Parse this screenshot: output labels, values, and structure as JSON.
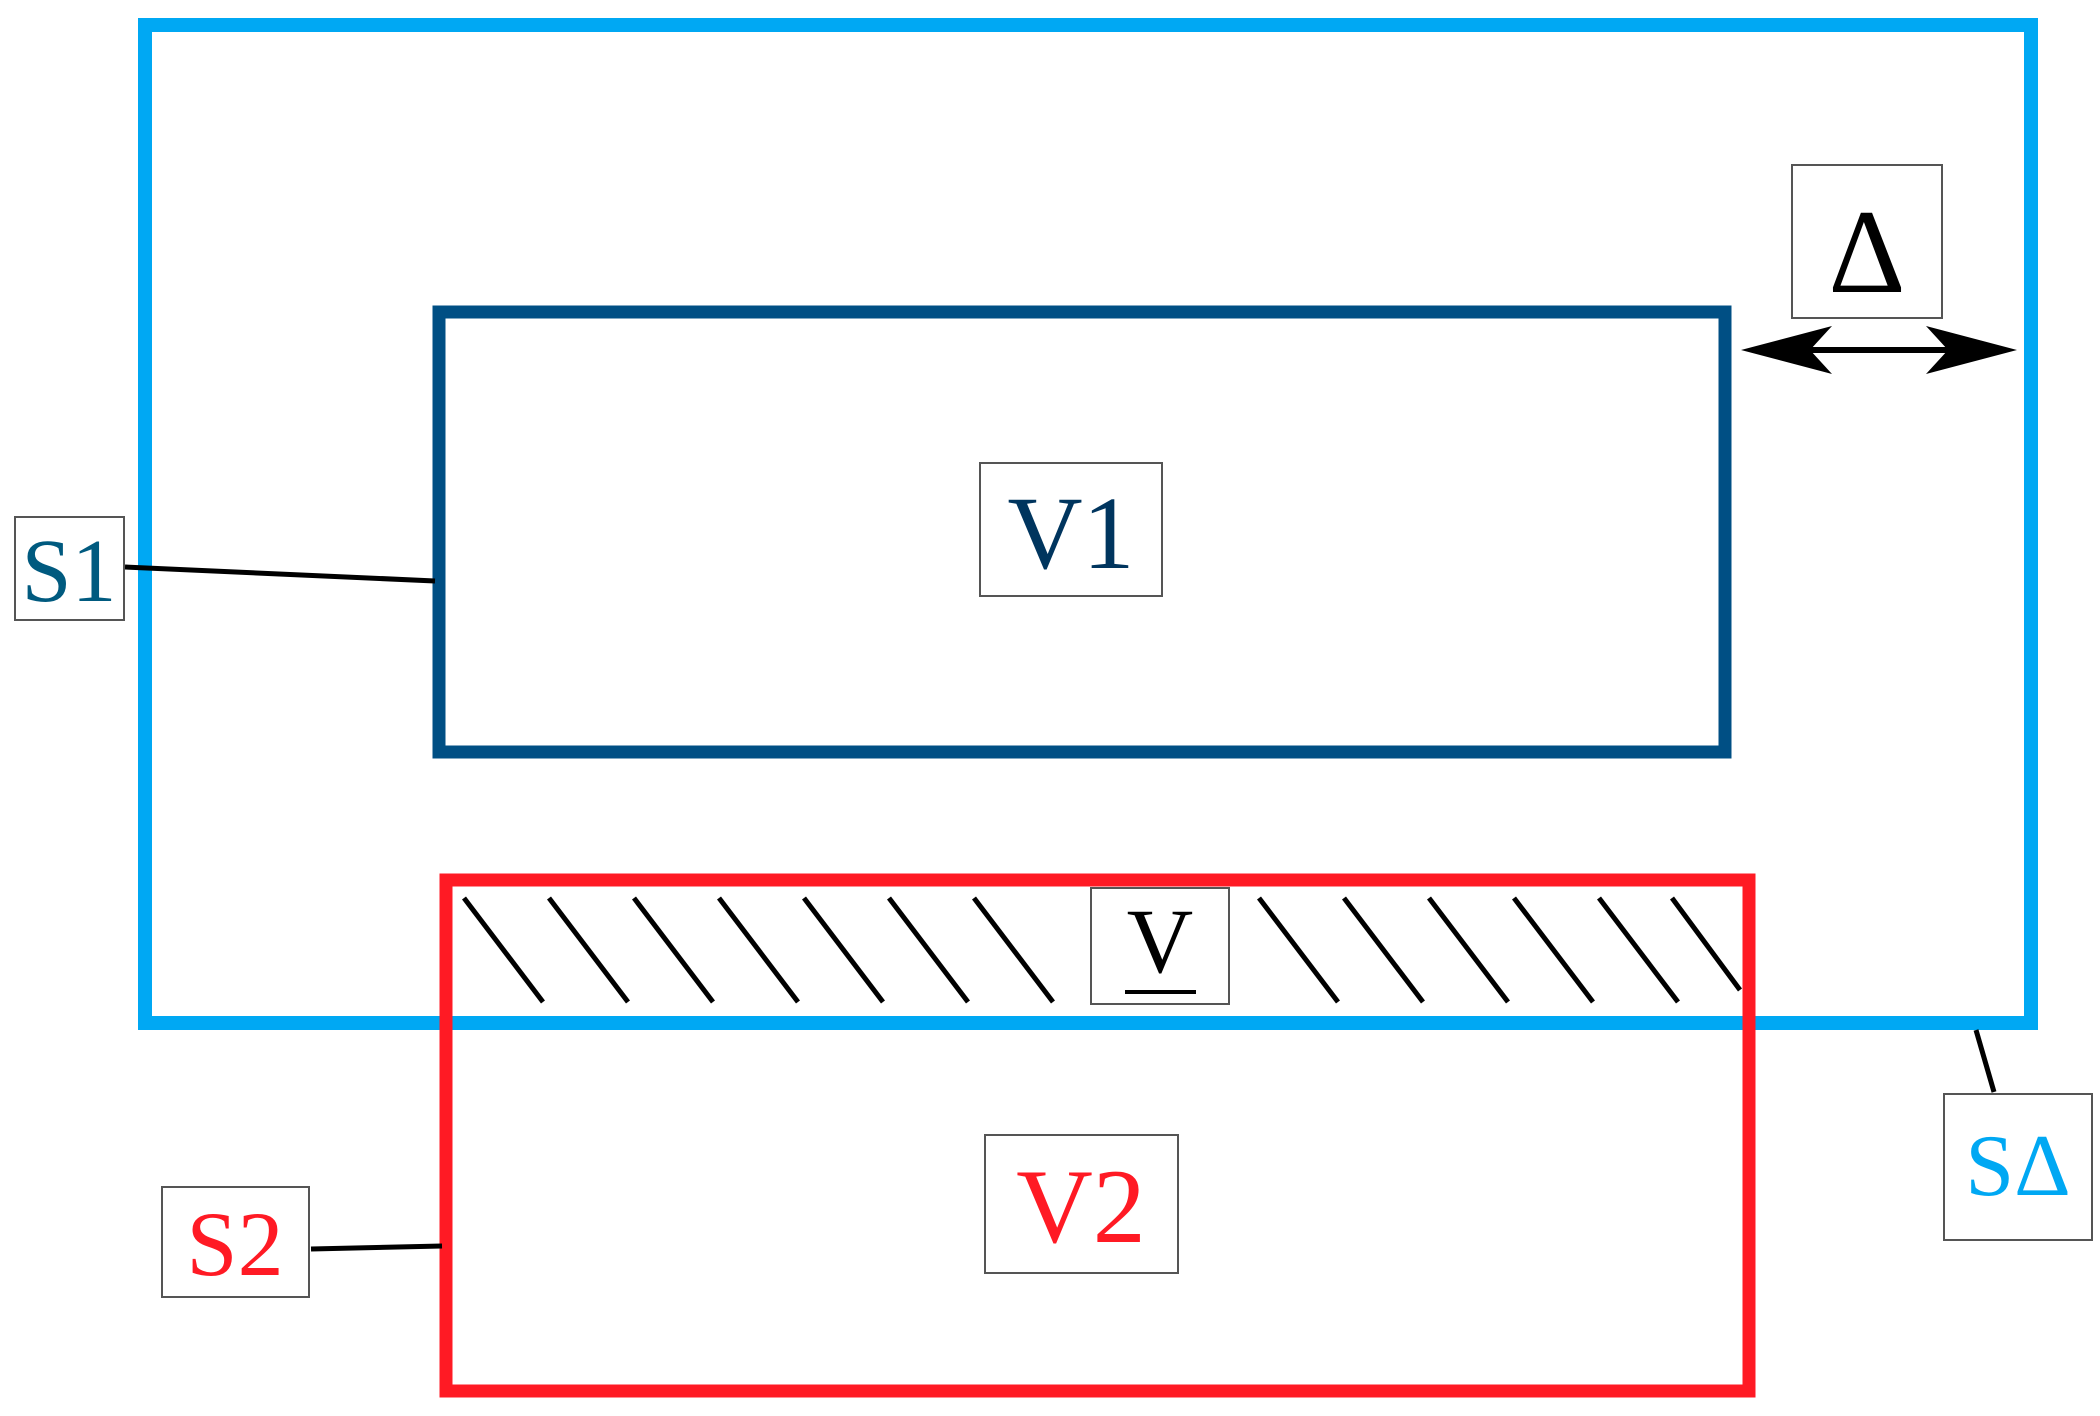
{
  "labels": {
    "v1": "V1",
    "v2": "V2",
    "v": "V",
    "s1": "S1",
    "s2": "S2",
    "s_delta": "SΔ",
    "delta": "Δ"
  },
  "colors": {
    "outer_box": "#00a8f3",
    "box_v1": "#004f84",
    "box_v2": "#ff1a24",
    "text_v1": "#00355e",
    "text_s1": "#005a7f",
    "text_red": "#ff1a24",
    "text_s_delta": "#00a8f3",
    "ink": "#000000",
    "label_border": "#555555"
  }
}
